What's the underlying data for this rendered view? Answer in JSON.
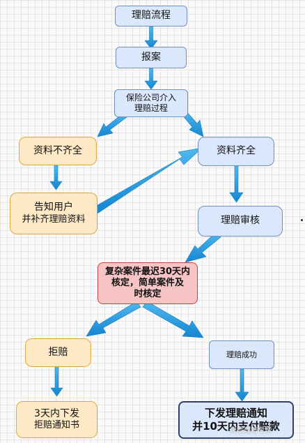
{
  "nodes": {
    "start": "理赔流程",
    "report": "报案",
    "insurer": [
      "保险公司介入",
      "理赔过程"
    ],
    "incomplete": "资料不齐全",
    "complete": "资料齐全",
    "notify": [
      "告知用户",
      "并补齐理赔资料"
    ],
    "review": "理赔审核",
    "decision": [
      "复杂案件最迟30天内",
      "核定，简单案件及",
      "时核定"
    ],
    "reject": "拒赔",
    "success": "理赔成功",
    "reject_notice": [
      "3天内下发",
      "拒赔通知书"
    ],
    "pay_notice": [
      "下发理赔通知",
      "并10天内支付赔款"
    ]
  },
  "watermark": "保险理赔专家",
  "colors": {
    "arrow": "#1f9be0",
    "blue_fill": "#dbe8fb",
    "orange_fill": "#fde9c6",
    "red_fill": "#f6c4c4"
  }
}
